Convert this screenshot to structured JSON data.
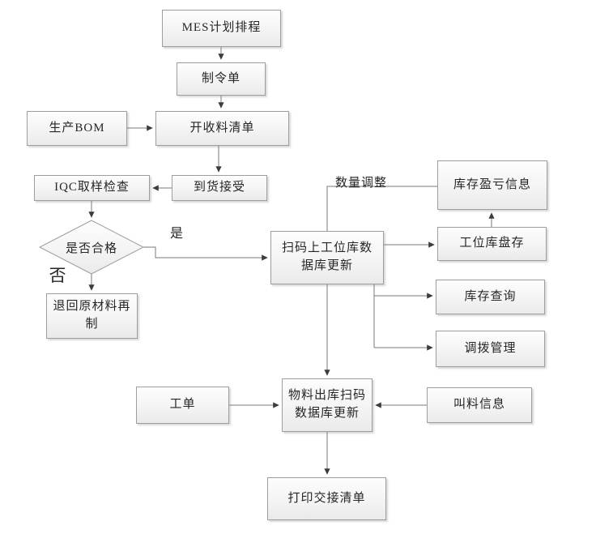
{
  "diagram": {
    "type": "flowchart",
    "nodes": {
      "mes_schedule": {
        "label": "MES计划排程"
      },
      "work_instruction": {
        "label": "制令单"
      },
      "production_bom": {
        "label": "生产BOM"
      },
      "material_receipt_list": {
        "label": "开收料清单"
      },
      "iqc_sampling": {
        "label": "IQC取样检查"
      },
      "arrival_acceptance": {
        "label": "到货接受"
      },
      "qualified_decision": {
        "label": "是否合格"
      },
      "return_raw_material": {
        "label": "退回原材料再制"
      },
      "station_db_update": {
        "label": "扫码上工位库数据库更新"
      },
      "inventory_profit_loss": {
        "label": "库存盈亏信息"
      },
      "station_stocktake": {
        "label": "工位库盘存"
      },
      "inventory_query": {
        "label": "库存查询"
      },
      "transfer_management": {
        "label": "调拨管理"
      },
      "work_order": {
        "label": "工单"
      },
      "outbound_db_update": {
        "label": "物料出库扫码数据库更新"
      },
      "material_call_info": {
        "label": "叫料信息"
      },
      "print_handover_list": {
        "label": "打印交接清单"
      }
    },
    "edge_labels": {
      "yes": "是",
      "no": "否",
      "quantity_adjustment": "数量调整"
    },
    "colors": {
      "background": "#ffffff",
      "node_border": "#9e9e9e",
      "node_fill_top": "#fdfdfd",
      "node_fill_bottom": "#eaeaea",
      "connector_line": "#7a7a7a",
      "arrowhead": "#3c3c3c",
      "text": "#262626"
    }
  }
}
